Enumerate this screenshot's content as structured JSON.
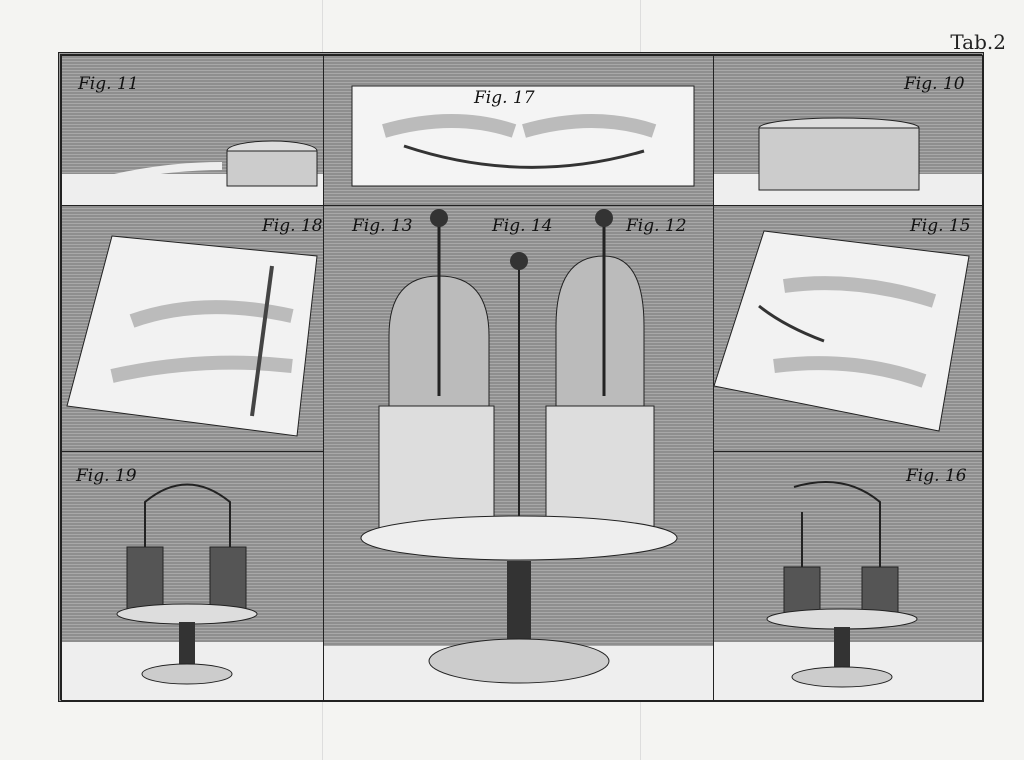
{
  "plate": {
    "title": "Tab.2"
  },
  "figures": {
    "f11": "Fig. 11",
    "f17": "Fig. 17",
    "f10": "Fig. 10",
    "f18": "Fig. 18",
    "f13": "Fig. 13",
    "f14": "Fig. 14",
    "f12": "Fig. 12",
    "f15": "Fig. 15",
    "f19": "Fig. 19",
    "f16": "Fig. 16"
  }
}
